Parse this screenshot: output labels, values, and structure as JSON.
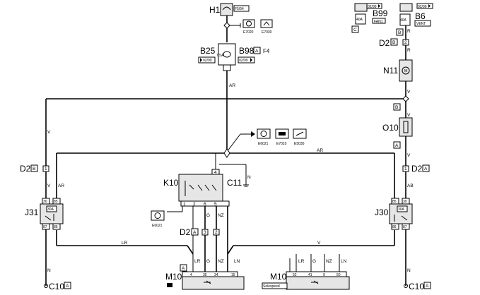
{
  "components": {
    "H1": {
      "name": "H1",
      "ref": "F5/54"
    },
    "B25": {
      "name": "B25",
      "fuse": "7.5A",
      "ref": "02/99"
    },
    "B98": {
      "name": "B98",
      "conn": "A",
      "pin": "F4",
      "ref": "02/99"
    },
    "B99": {
      "name": "B99",
      "ref": "02/99",
      "fuse": "40A",
      "label": "FAN1",
      "conn": "C"
    },
    "B6": {
      "name": "B6",
      "ref": "02/99",
      "fuse": "40A",
      "label": "VENT",
      "conn": "B"
    },
    "N11": {
      "name": "N11",
      "conn_top": "B",
      "pin_top": "2"
    },
    "O10": {
      "name": "O10",
      "conn_top": "B",
      "conn_bot": "A"
    },
    "K10": {
      "name": "K10",
      "pins": [
        "4",
        "1",
        "2",
        "6",
        "5"
      ]
    },
    "C11": {
      "name": "C11"
    },
    "J31": {
      "name": "J31",
      "fuse": "30A",
      "pins": [
        "30",
        "85",
        "87",
        "86"
      ]
    },
    "J30": {
      "name": "J30",
      "fuse": "30A",
      "pins": [
        "85",
        "30",
        "86",
        "87"
      ]
    },
    "M10a": {
      "name": "M10",
      "conn": "A",
      "pins": [
        "4",
        "35",
        "34",
        "15"
      ]
    },
    "M10b": {
      "name": "M10",
      "label": "Selespeed",
      "pins": [
        "52",
        "41",
        "9",
        "50"
      ]
    },
    "D2_left": {
      "name": "D2",
      "conn": "B",
      "pin": "1"
    },
    "D2_right_top": {
      "name": "D2",
      "conn": "B",
      "pin": "2"
    },
    "D2_right": {
      "name": "D2",
      "conn": "A",
      "pin": "1"
    },
    "D2_mid": {
      "name": "D2",
      "conn": "A",
      "pins": [
        "3",
        "2"
      ]
    },
    "C10_left": {
      "name": "C10",
      "conn": "A"
    },
    "C10_right": {
      "name": "C10",
      "conn": "A"
    }
  },
  "refs": {
    "e7020": "E7020",
    "e7030": "E7030",
    "e6021": "E6021",
    "e7010": "E7010",
    "e5030": "E5030",
    "e6021b": "E6021"
  },
  "wires": {
    "AR": "AR",
    "V": "V",
    "R": "R",
    "N": "N",
    "AB": "AB",
    "LR": "LR",
    "G": "G",
    "NZ": "NZ",
    "LN": "LN"
  },
  "colors": {
    "line": "#000000",
    "gray": "#e6e6e6"
  }
}
